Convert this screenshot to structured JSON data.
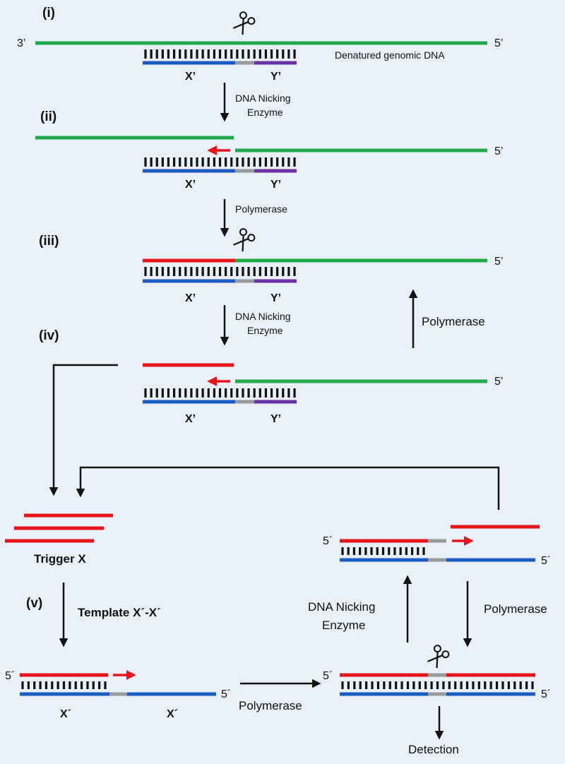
{
  "colors": {
    "genomic": "#1faa4b",
    "trigger": "#e8141b",
    "template": "#1a5cbf",
    "spacer": "#999999",
    "y_region": "#6a2fa3",
    "arrow": "#111111",
    "background": "#e9f0f8"
  },
  "labels": {
    "step_i": "(i)",
    "step_ii": "(ii)",
    "step_iii": "(iii)",
    "step_iv": "(iv)",
    "step_v": "(v)",
    "three_prime": "3’",
    "five_prime": "5’",
    "five_prime_alt": "5´",
    "x_prime": "X’",
    "y_prime": "Y’",
    "x_prime_alt": "X´",
    "denatured": "Denatured genomic DNA",
    "nicking_line1": "DNA Nicking",
    "nicking_line2": "Enzyme",
    "polymerase": "Polymerase",
    "trigger_x": "Trigger X",
    "template": "Template X´-X´",
    "detection": "Detection"
  },
  "icons": {
    "nick_site": "scissors-icon",
    "extension": "red-arrow-icon",
    "flow": "arrow-icon"
  }
}
